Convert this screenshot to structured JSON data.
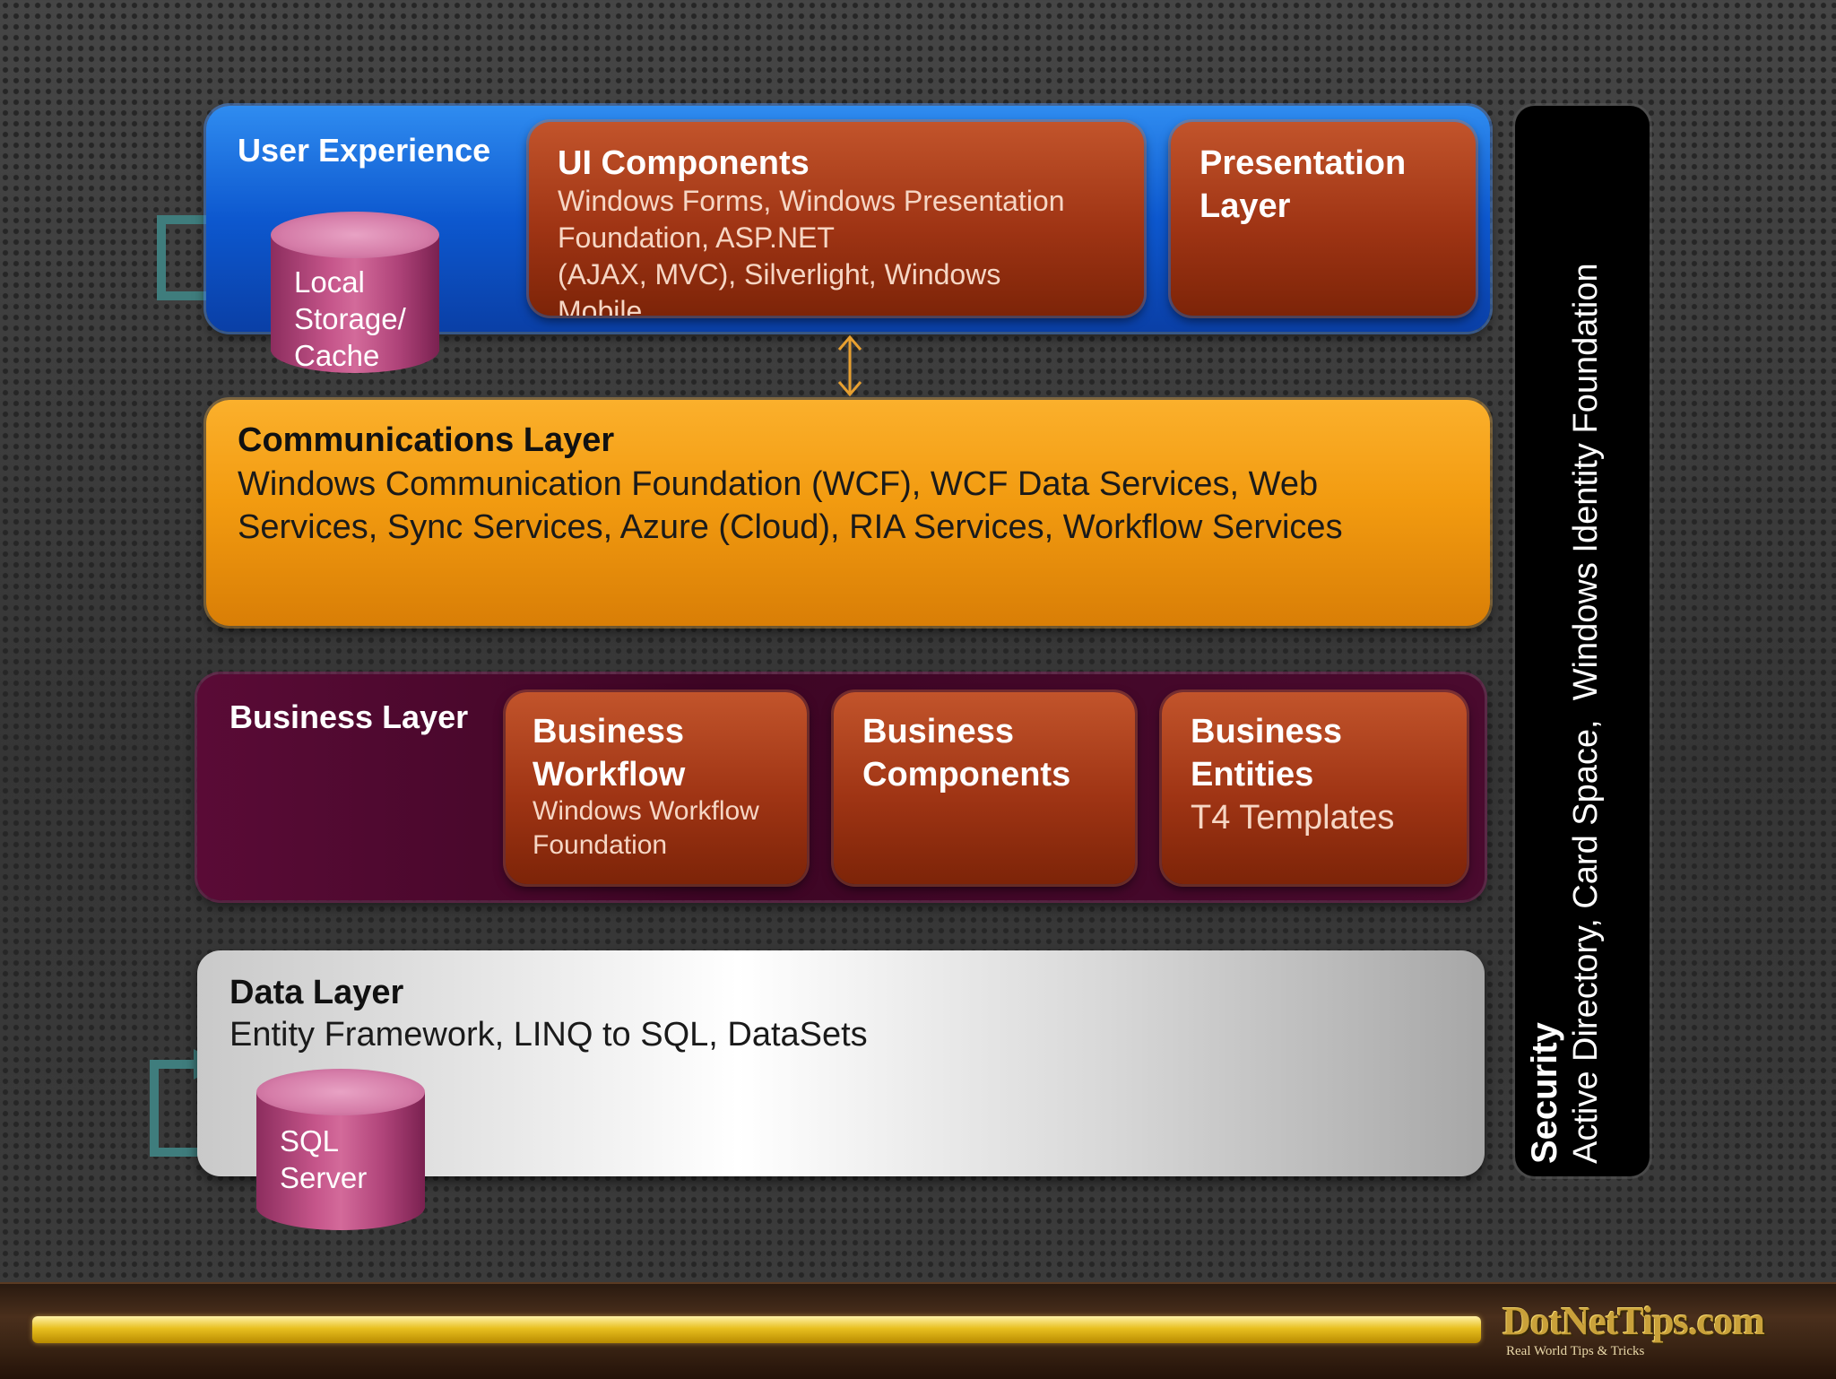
{
  "user_experience": {
    "title": "User Experience",
    "ui_components": {
      "title": "UI Components",
      "lines": [
        "Windows Forms, Windows Presentation",
        "Foundation, ASP.NET",
        "(AJAX, MVC), Silverlight, Windows",
        "Mobile"
      ]
    },
    "presentation_layer": {
      "title_lines": [
        "Presentation",
        "Layer"
      ]
    },
    "local_storage": {
      "lines": [
        "Local",
        "Storage/",
        "Cache"
      ]
    }
  },
  "communications_layer": {
    "title": "Communications Layer",
    "lines": [
      "Windows Communication Foundation (WCF), WCF Data Services, Web",
      "Services, Sync Services, Azure (Cloud), RIA Services, Workflow Services"
    ]
  },
  "business_layer": {
    "title": "Business Layer",
    "workflow": {
      "title_lines": [
        "Business",
        "Workflow"
      ],
      "lines": [
        "Windows Workflow",
        "Foundation"
      ]
    },
    "components": {
      "title_lines": [
        "Business",
        "Components"
      ]
    },
    "entities": {
      "title_lines": [
        "Business",
        "Entities"
      ],
      "text": "T4 Templates"
    }
  },
  "data_layer": {
    "title": "Data Layer",
    "text": "Entity Framework, LINQ to SQL, DataSets",
    "sql_server": {
      "lines": [
        "SQL",
        "Server"
      ]
    }
  },
  "security": {
    "title": "Security",
    "text": "Active Directory, Card Space,  Windows Identity Foundation"
  },
  "footer": {
    "logo_main": "DotNetTips.com",
    "logo_sub": "Real World Tips & Tricks"
  },
  "colors": {
    "ux_blue": "#0d58cf",
    "rust": "#9f3414",
    "comm_orange": "#f29b10",
    "business_maroon": "#3d0524",
    "data_silver": "#d9d9d9",
    "security_black": "#000000",
    "arrow_teal": "#3f7d7d",
    "connector_orange": "#e8a030"
  }
}
